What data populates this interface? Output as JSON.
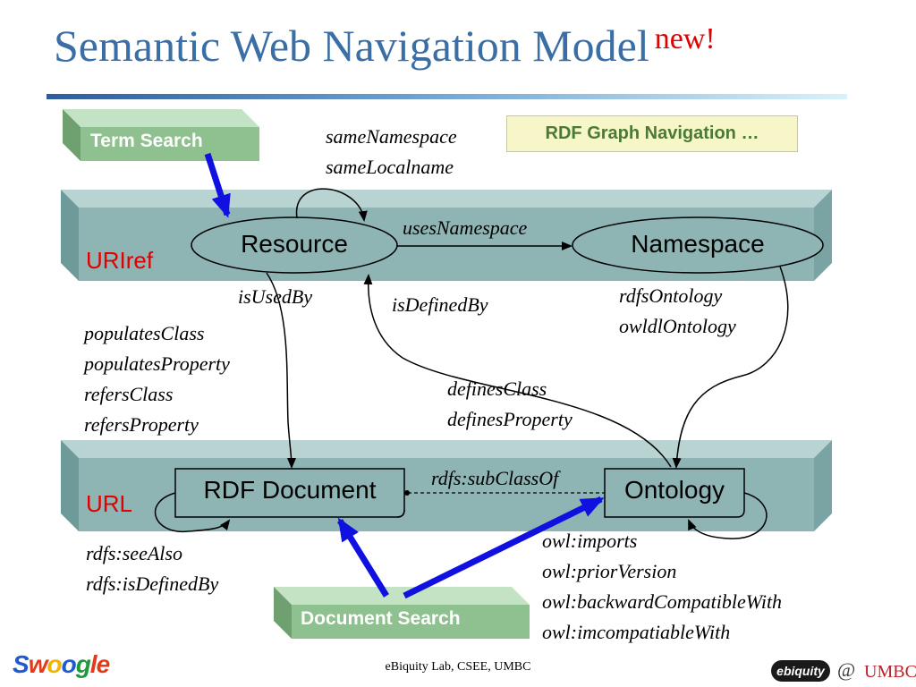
{
  "title": "Semantic Web Navigation Model",
  "title_badge": "new!",
  "nav_box": "RDF Graph Navigation …",
  "buttons": {
    "term_search": "Term Search",
    "document_search": "Document Search"
  },
  "bands": {
    "uriref": "URIref",
    "url": "URL"
  },
  "nodes": {
    "resource": "Resource",
    "namespace": "Namespace",
    "rdf_document": "RDF Document",
    "ontology": "Ontology"
  },
  "edges": {
    "same": [
      "sameNamespace",
      "sameLocalname"
    ],
    "uses_namespace": "usesNamespace",
    "is_used_by": "isUsedBy",
    "is_defined_by": "isDefinedBy",
    "namespace_ontology": [
      "rdfsOntology",
      "owldlOntology"
    ],
    "populates": [
      "populatesClass",
      "populatesProperty",
      "refersClass",
      "refersProperty"
    ],
    "defines": [
      "definesClass",
      "definesProperty"
    ],
    "subclass": "rdfs:subClassOf",
    "doc_self": [
      "rdfs:seeAlso",
      "rdfs:isDefinedBy"
    ],
    "ontology_self": [
      "owl:imports",
      "owl:priorVersion",
      "owl:backwardCompatibleWith",
      "owl:imcompatiableWith"
    ]
  },
  "footer": "eBiquity Lab, CSEE, UMBC",
  "logos": {
    "swoogle": [
      "S",
      "w",
      "o",
      "o",
      "g",
      "le"
    ],
    "ebiquity": "ebiquity",
    "at": "@",
    "umbc": "UMBC"
  },
  "colors": {
    "title": "#3a6ea5",
    "badge": "#e00000",
    "band_front": "#8fb4b4",
    "band_top": "#b9d3d3",
    "button_green": "#8fc08f",
    "search_arrow": "#1010e0"
  }
}
